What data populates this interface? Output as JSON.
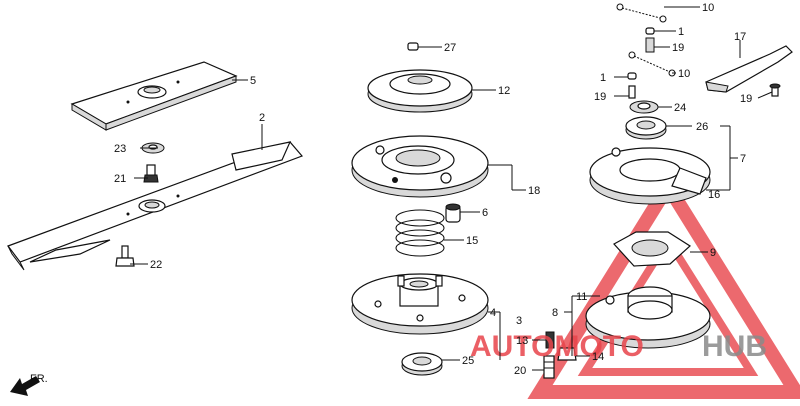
{
  "callouts": {
    "n1a": "1",
    "n1b": "1",
    "n2": "2",
    "n3": "3",
    "n4": "4",
    "n5": "5",
    "n6": "6",
    "n7": "7",
    "n8": "8",
    "n9": "9",
    "n10a": "10",
    "n10b": "10",
    "n11": "11",
    "n12": "12",
    "n13": "13",
    "n14": "14",
    "n15": "15",
    "n16": "16",
    "n17": "17",
    "n18": "18",
    "n19a": "19",
    "n19b": "19",
    "n19c": "19",
    "n20": "20",
    "n21": "21",
    "n22": "22",
    "n23": "23",
    "n24": "24",
    "n25": "25",
    "n26": "26",
    "n27": "27"
  },
  "direction_label": "FR.",
  "watermark": {
    "part1": "AUTOMOTO",
    "part2": "HUB"
  },
  "colors": {
    "watermark_red": "#e8444b",
    "watermark_gray": "#8a8a8a",
    "line": "#111111"
  }
}
